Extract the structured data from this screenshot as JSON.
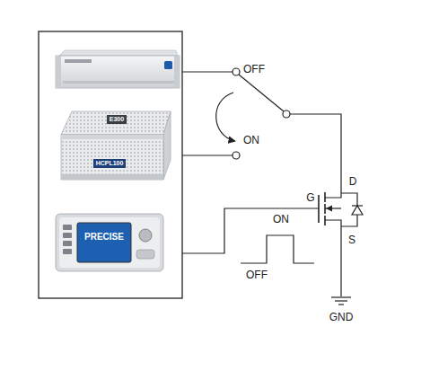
{
  "diagram": {
    "nodes": [
      {
        "text": [
          "E300"
        ]
      },
      {
        "text": [
          "HCPL100"
        ]
      },
      {
        "text": [
          "PRECISE"
        ]
      }
    ],
    "labels": [
      "OFF",
      "ON",
      "G",
      "D",
      "S",
      "ON",
      "OFF",
      "GND"
    ]
  }
}
